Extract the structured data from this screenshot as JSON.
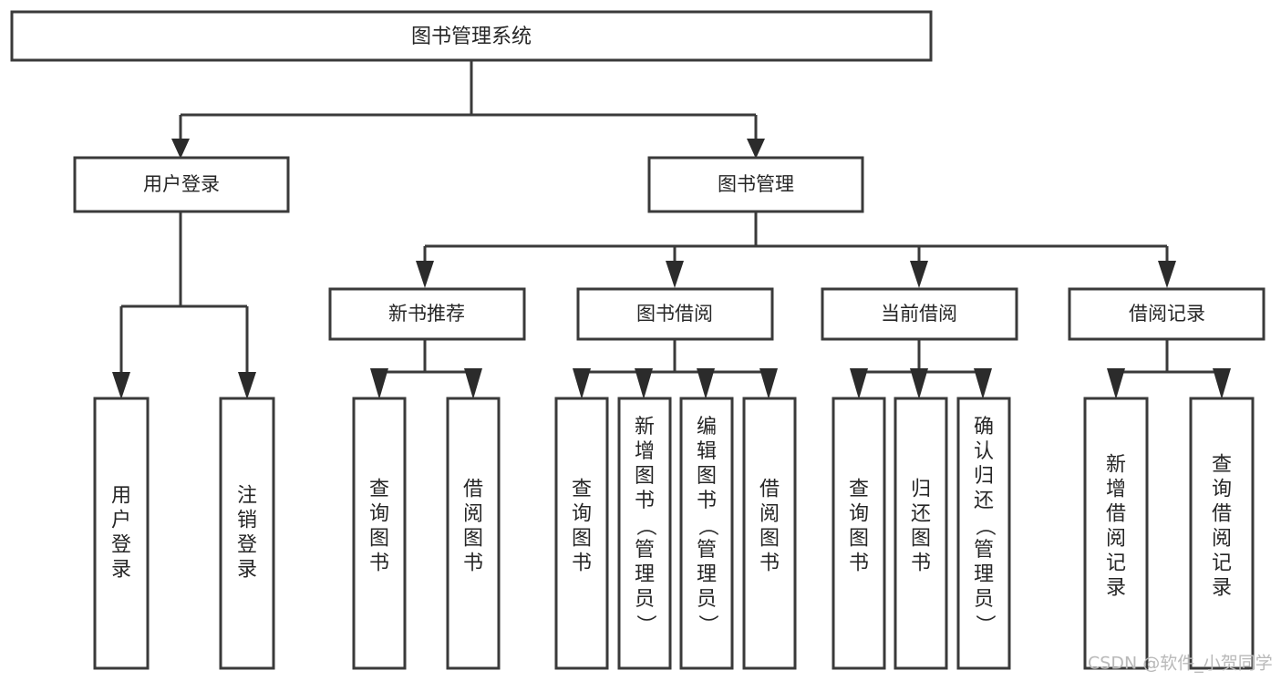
{
  "diagram": {
    "type": "tree",
    "title": "图书管理系统",
    "orientation": "top-down",
    "levels": 4,
    "root": {
      "id": "root",
      "label": "图书管理系统",
      "text_orientation": "horizontal"
    },
    "level2": [
      {
        "id": "user-login",
        "label": "用户登录",
        "text_orientation": "horizontal"
      },
      {
        "id": "book-manage",
        "label": "图书管理",
        "text_orientation": "horizontal"
      }
    ],
    "level3": [
      {
        "id": "new-book-recommend",
        "label": "新书推荐",
        "parent": "book-manage",
        "text_orientation": "horizontal"
      },
      {
        "id": "book-borrow",
        "label": "图书借阅",
        "parent": "book-manage",
        "text_orientation": "horizontal"
      },
      {
        "id": "current-borrow",
        "label": "当前借阅",
        "parent": "book-manage",
        "text_orientation": "horizontal"
      },
      {
        "id": "borrow-record",
        "label": "借阅记录",
        "parent": "book-manage",
        "text_orientation": "horizontal"
      }
    ],
    "leaves": [
      {
        "id": "leaf-user-login",
        "label": "用户登录",
        "parent": "user-login",
        "text_orientation": "vertical"
      },
      {
        "id": "leaf-logout-login",
        "label": "注销登录",
        "parent": "user-login",
        "text_orientation": "vertical"
      },
      {
        "id": "leaf-query-book-1",
        "label": "查询图书",
        "parent": "new-book-recommend",
        "text_orientation": "vertical"
      },
      {
        "id": "leaf-borrow-book-1",
        "label": "借阅图书",
        "parent": "new-book-recommend",
        "text_orientation": "vertical"
      },
      {
        "id": "leaf-query-book-2",
        "label": "查询图书",
        "parent": "book-borrow",
        "text_orientation": "vertical"
      },
      {
        "id": "leaf-add-book",
        "label": "新增图书（管理员）",
        "parent": "book-borrow",
        "text_orientation": "vertical"
      },
      {
        "id": "leaf-edit-book",
        "label": "编辑图书（管理员）",
        "parent": "book-borrow",
        "text_orientation": "vertical"
      },
      {
        "id": "leaf-borrow-book-2",
        "label": "借阅图书",
        "parent": "book-borrow",
        "text_orientation": "vertical"
      },
      {
        "id": "leaf-query-book-3",
        "label": "查询图书",
        "parent": "current-borrow",
        "text_orientation": "vertical"
      },
      {
        "id": "leaf-return-book",
        "label": "归还图书",
        "parent": "current-borrow",
        "text_orientation": "vertical"
      },
      {
        "id": "leaf-confirm-return",
        "label": "确认归还（管理员）",
        "parent": "current-borrow",
        "text_orientation": "vertical"
      },
      {
        "id": "leaf-add-record",
        "label": "新增借阅记录",
        "parent": "borrow-record",
        "text_orientation": "vertical"
      },
      {
        "id": "leaf-query-record",
        "label": "查询借阅记录",
        "parent": "borrow-record",
        "text_orientation": "vertical"
      }
    ]
  },
  "watermark": {
    "text": "CSDN @软件_小贺同学"
  },
  "colors": {
    "box_fill": "#ffffff",
    "box_stroke": "#3a3a3a",
    "connector": "#3a3a3a",
    "text": "#262626",
    "watermark": "#b9b9b9",
    "background": "#ffffff"
  }
}
